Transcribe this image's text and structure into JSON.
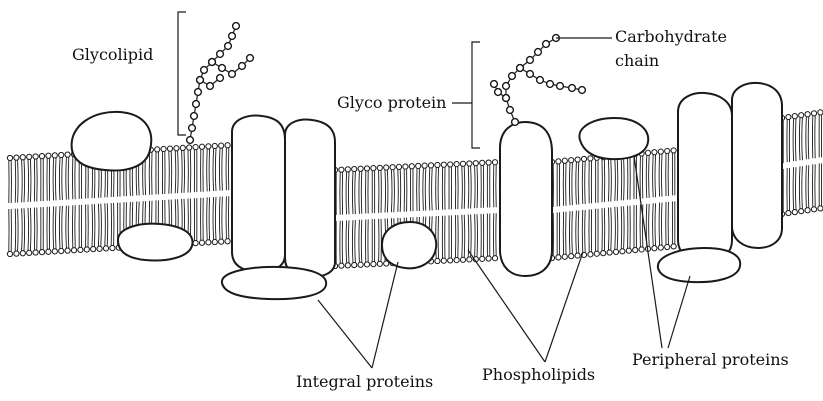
{
  "labels": {
    "glycolipid": "Glycolipid",
    "glycoprotein": "Glyco protein",
    "carbohydrate_line1": "Carbohydrate",
    "carbohydrate_line2": "chain",
    "integral": "Integral proteins",
    "phospholipids": "Phospholipids",
    "peripheral": "Peripheral proteins"
  },
  "colors": {
    "ink": "#1a1a1a",
    "paper": "#ffffff"
  }
}
